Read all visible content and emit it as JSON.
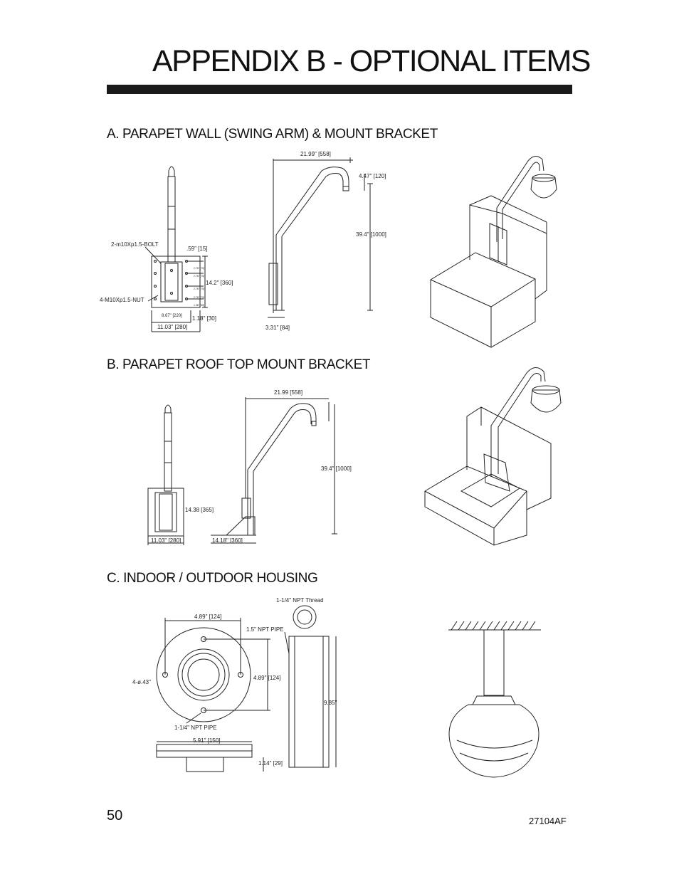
{
  "page": {
    "title": "APPENDIX B - OPTIONAL ITEMS",
    "page_number": "50",
    "doc_code": "27104AF"
  },
  "section_a": {
    "heading": "A.  PARAPET WALL (SWING ARM) & MOUNT BRACKET",
    "labels": {
      "bolt": "2-m10Xp1.5-BOLT",
      "nut": "4-M10Xp1.5-NUT",
      "d059": ".59\" [15]",
      "d142": "14.2\" [360]",
      "d867": "8.67\" [220]",
      "d118": "1.18\" [30]",
      "d1103": "11.03\" [280]",
      "d2199": "21.99\" [558]",
      "d447": "4.47\" [120]",
      "d394": "39.4\" [1000]",
      "d331": "3.31\" [84]",
      "t1": "2.76\" [70]",
      "t2": "2.76\" [70]",
      "t3": "2.76\" [70]",
      "t4": "2.76\" [70]",
      "t5": "1.38\" [35]"
    }
  },
  "section_b": {
    "heading": "B.  PARAPET ROOF TOP MOUNT BRACKET",
    "labels": {
      "d2199": "21.99 [558]",
      "d394": "39.4\" [1000]",
      "d1438": "14.38 [365]",
      "d1103": "11.03\" [280]",
      "d1418": "14.18\" [360]"
    }
  },
  "section_c": {
    "heading": "C. INDOOR / OUTDOOR HOUSING",
    "labels": {
      "thread": "1-1/4\" NPT Thread",
      "d489a": "4.89\" [124]",
      "pipe15": "1.5\" NPT PIPE",
      "hole": "4-ø.43\"",
      "d489b": "4.89\" [124]",
      "d985": "9.85\"",
      "pipe114": "1-1/4\" NPT PIPE",
      "d591": "5.91\" [150]",
      "d114": "1.14\" [29]"
    }
  }
}
